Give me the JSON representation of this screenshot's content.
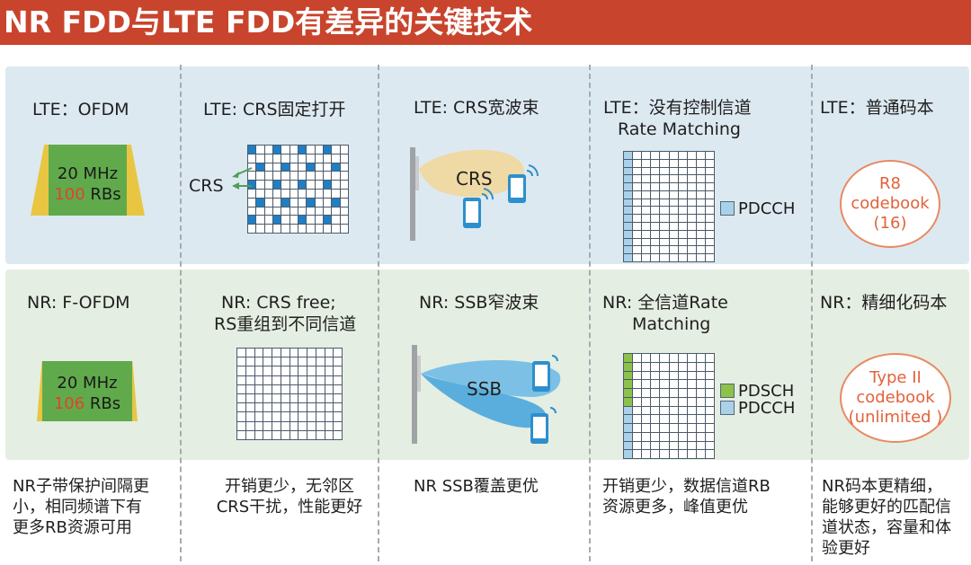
{
  "title": "NR FDD与LTE FDD有差异的关键技术",
  "lte": {
    "c1": {
      "title": "LTE：OFDM",
      "bw": "20 MHz",
      "rb_num": "100",
      "rb_unit": "RBs"
    },
    "c2": {
      "title": "LTE: CRS固定打开",
      "crs": "CRS"
    },
    "c3": {
      "title": "LTE: CRS宽波束",
      "crs": "CRS"
    },
    "c4": {
      "title_l1": "LTE：没有控制信道",
      "title_l2": "Rate Matching",
      "legend": "PDCCH"
    },
    "c5": {
      "title": "LTE：普通码本",
      "cb_l1": "R8",
      "cb_l2": "codebook",
      "cb_l3": "(16)"
    }
  },
  "nr": {
    "c1": {
      "title": "NR: F-OFDM",
      "bw": "20 MHz",
      "rb_num": "106",
      "rb_unit": "RBs"
    },
    "c2": {
      "title_l1": "NR: CRS free;",
      "title_l2": "RS重组到不同信道"
    },
    "c3": {
      "title": "NR: SSB窄波束",
      "ssb": "SSB"
    },
    "c4": {
      "title_l1": "NR: 全信道Rate",
      "title_l2": "Matching",
      "legend1": "PDSCH",
      "legend2": "PDCCH"
    },
    "c5": {
      "title": "NR：精细化码本",
      "cb_l1": "Type II",
      "cb_l2": "codebook",
      "cb_l3": "(unlimited )"
    }
  },
  "bottom": {
    "c1": [
      "NR子带保护间隔更",
      "小，相同频谱下有",
      "更多RB资源可用"
    ],
    "c2": [
      "开销更少，无邻区",
      "CRS干扰，性能更好"
    ],
    "c3": [
      "NR SSB覆盖更优"
    ],
    "c4": [
      "开销更少，数据信道RB",
      "资源更多，峰值更优"
    ],
    "c5": [
      "NR码本更精细，",
      "能够更好的匹配信",
      "道状态，容量和体",
      "验更好"
    ]
  },
  "colors": {
    "title_bg": "#c9442c",
    "lte_row": "#dde9f1",
    "nr_row": "#e5eee2",
    "accent_red": "#e2422b",
    "crs_blue": "#1f7fc4",
    "pdcch_blue": "#a9d2ea",
    "pdsch_green": "#8cc24a",
    "codebook_orange": "#e2623b"
  }
}
